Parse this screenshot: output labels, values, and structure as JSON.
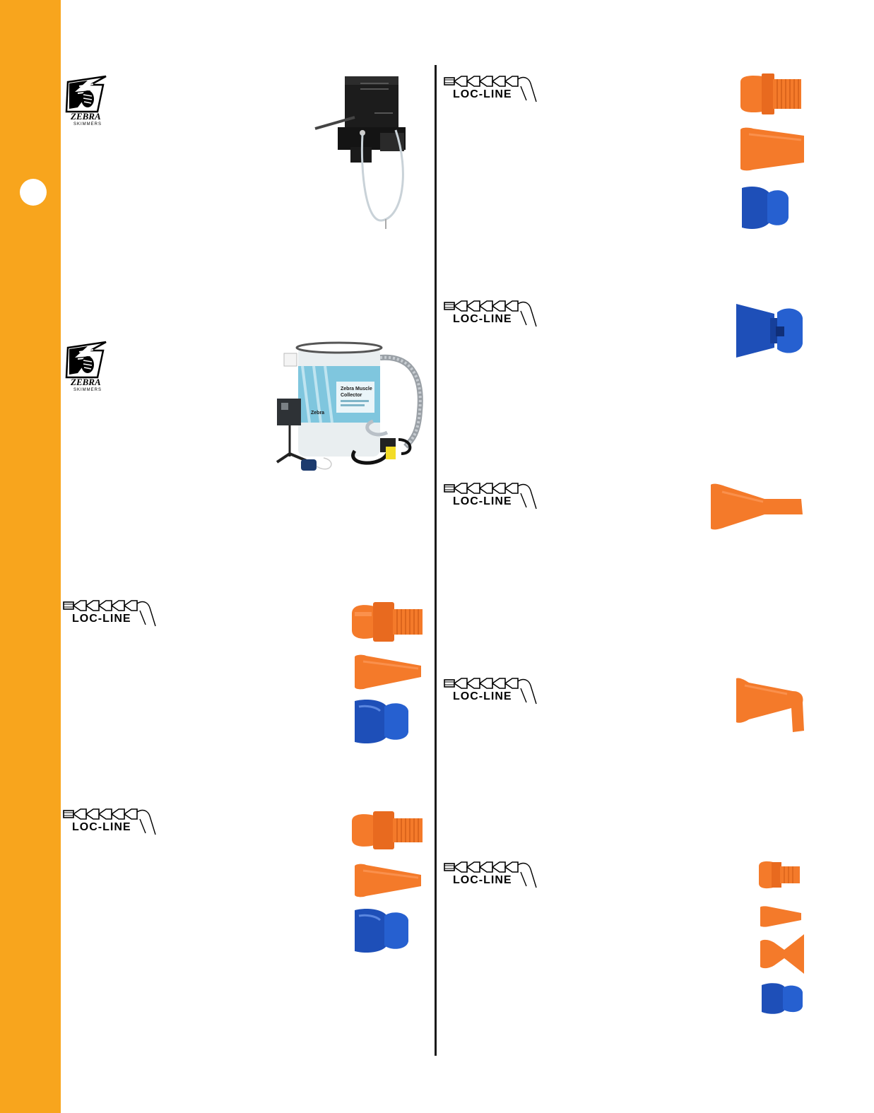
{
  "brand": {
    "zebra_name": "ZEBRA",
    "zebra_tagline": "SKIMMERS",
    "locline_name": "LOC-LINE"
  },
  "collector_label": {
    "title_line1": "Zebra Muscle",
    "title_line2": "Collector",
    "brand": "Zebra"
  },
  "colors": {
    "sidebar": "#F8A51D",
    "part_orange": "#F47A2A",
    "part_blue": "#1E4FB8",
    "divider": "#1a1a1a"
  },
  "sections": [
    {
      "id": "zebra-1",
      "logo": "zebra-logo"
    },
    {
      "id": "zebra-2",
      "logo": "zebra-logo"
    },
    {
      "id": "locline-left-1",
      "logo": "locline-logo"
    },
    {
      "id": "locline-left-2",
      "logo": "locline-logo"
    },
    {
      "id": "locline-right-1",
      "logo": "locline-logo"
    },
    {
      "id": "locline-right-2",
      "logo": "locline-logo"
    },
    {
      "id": "locline-right-3",
      "logo": "locline-logo"
    },
    {
      "id": "locline-right-4",
      "logo": "locline-logo"
    },
    {
      "id": "locline-right-5",
      "logo": "locline-logo"
    }
  ]
}
